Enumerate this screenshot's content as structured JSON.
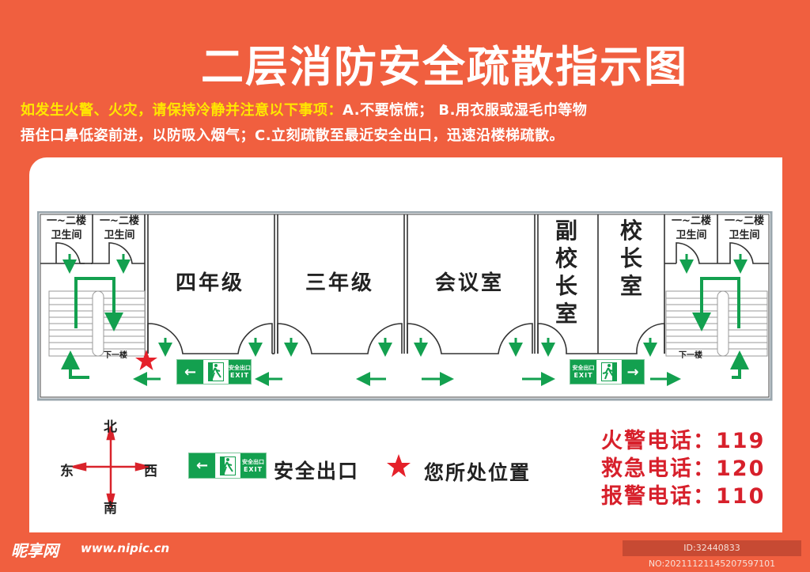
{
  "title": "二层消防安全疏散指示图",
  "notice": {
    "highlight": "如发生火警、火灾，请保持冷静并注意以下事项：",
    "line1_rest": "A.不要惊慌； B.用衣服或湿毛巾等物",
    "line2": "捂住口鼻低姿前进，以防吸入烟气；C.立刻疏散至最近安全出口，迅速沿楼梯疏散。"
  },
  "floor_plan": {
    "restrooms": [
      {
        "line1": "一~二楼",
        "line2": "卫生间"
      },
      {
        "line1": "一~二楼",
        "line2": "卫生间"
      },
      {
        "line1": "一~二楼",
        "line2": "卫生间"
      },
      {
        "line1": "一~二楼",
        "line2": "卫生间"
      }
    ],
    "rooms": [
      {
        "name": "四年级"
      },
      {
        "name": "三年级"
      },
      {
        "name": "会议室"
      },
      {
        "name": "副校长室"
      },
      {
        "name": "校长室"
      }
    ],
    "stairs_label_left": "下一楼",
    "stairs_label_right": "下一楼",
    "exit_sign": {
      "cn": "安全出口",
      "en": "EXIT"
    }
  },
  "legend": {
    "compass": {
      "north": "北",
      "south": "南",
      "east": "东",
      "west": "西"
    },
    "exit_label": "安全出口",
    "location_label": "您所处位置",
    "exit_sign": {
      "cn": "安全出口",
      "en": "EXIT"
    }
  },
  "phones": [
    {
      "label": "火警电话：",
      "number": "119"
    },
    {
      "label": "救急电话：",
      "number": "120"
    },
    {
      "label": "报警电话：",
      "number": "110"
    }
  ],
  "colors": {
    "background": "#f05f3f",
    "exit_green": "#13a04f",
    "star_red": "#e5212a",
    "phone_red": "#d7202b",
    "notice_yellow": "#ffe600"
  },
  "footer": {
    "logo": "昵享网",
    "url": "www.nipic.cn",
    "id_text": "ID:32440833 NO:20211121145207597101"
  }
}
